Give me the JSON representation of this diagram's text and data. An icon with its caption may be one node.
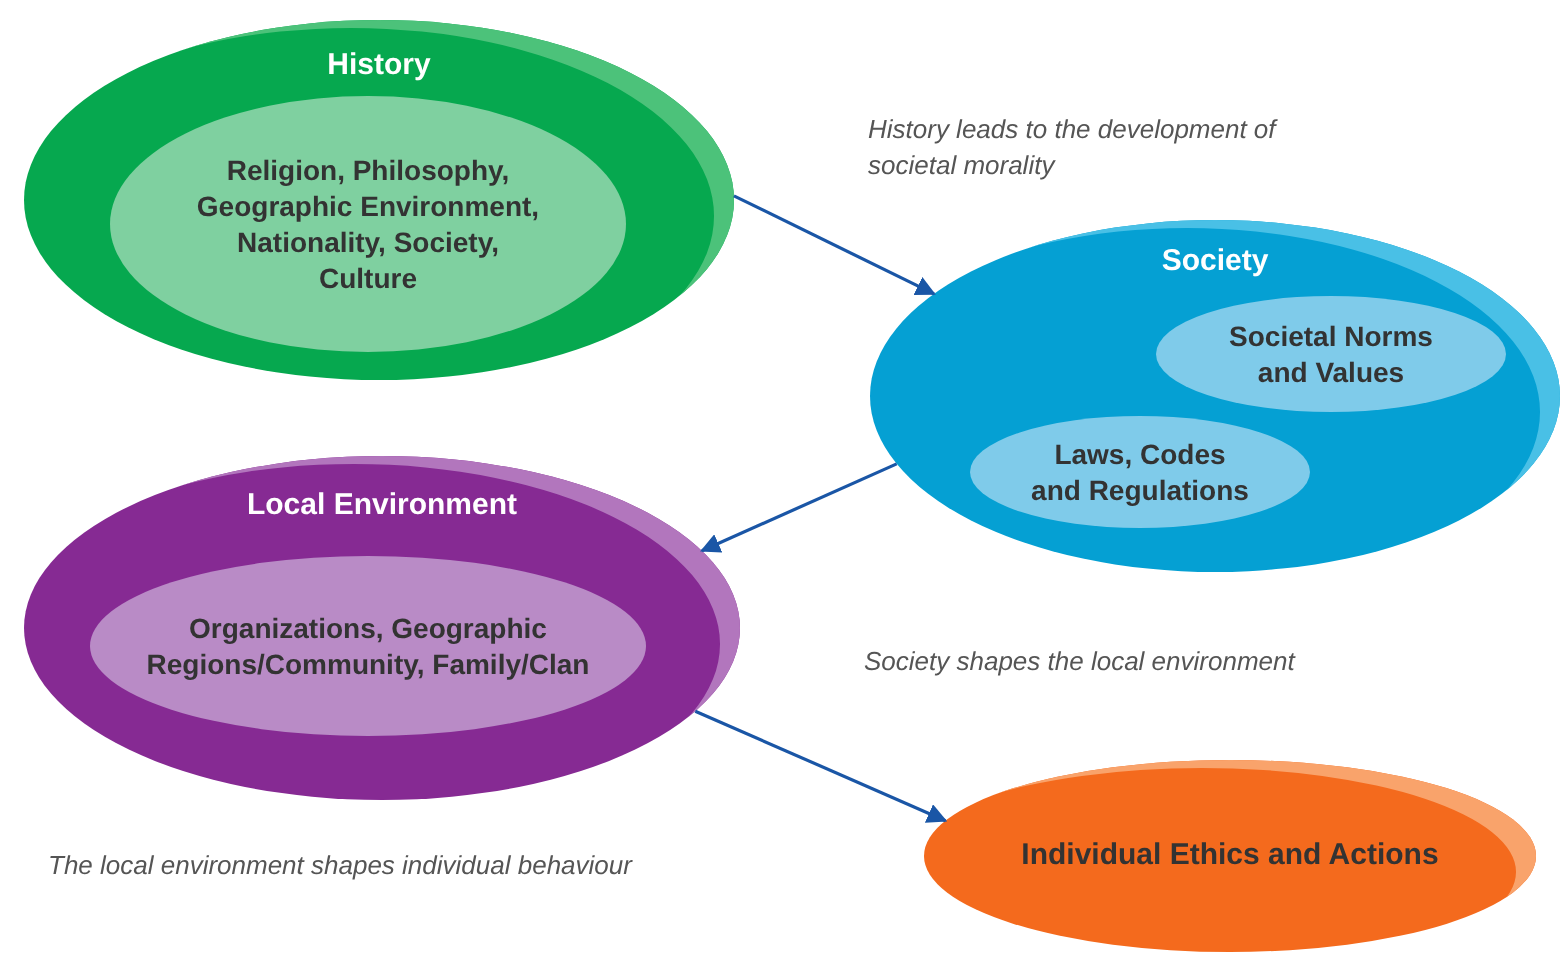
{
  "diagram": {
    "nodes": [
      {
        "text": [
          "History"
        ]
      },
      {
        "text": [
          "Religion, Philosophy, Geographic Environment, Nationality, Society, Culture"
        ],
        "in": 0
      },
      {
        "text": [
          "Society"
        ]
      },
      {
        "text": [
          "Societal Norms and Values"
        ],
        "in": 2
      },
      {
        "text": [
          "Laws, Codes and Regulations"
        ],
        "in": 2
      },
      {
        "text": [
          "Local Environment"
        ]
      },
      {
        "text": [
          "Organizations, Geographic Regions/Community, Family/Clan"
        ],
        "in": 5
      },
      {
        "text": [
          "Individual Ethics and Actions"
        ]
      }
    ],
    "edges": [
      {
        "from": 0,
        "to": 2,
        "arrow": "to"
      },
      {
        "from": 2,
        "to": 5,
        "arrow": "to"
      },
      {
        "from": 5,
        "to": 7,
        "arrow": "to"
      }
    ],
    "labels": [
      "History leads to the development of societal morality",
      "Society shapes the local environment",
      "The local environment shapes individual behaviour"
    ]
  }
}
